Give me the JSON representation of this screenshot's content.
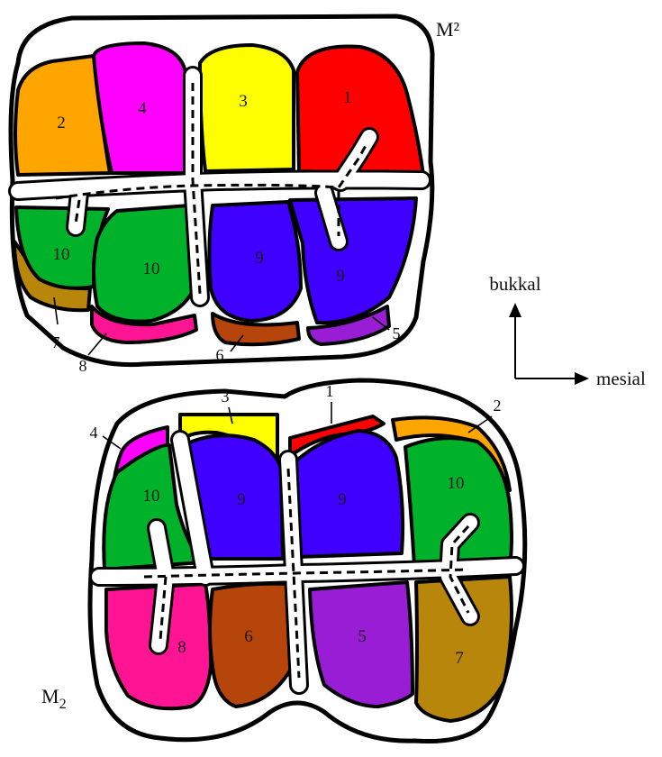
{
  "diagram": {
    "upper_tooth": {
      "label": "M²",
      "cusps": [
        {
          "num": "1",
          "color": "#ff0000"
        },
        {
          "num": "2",
          "color": "#ffa500"
        },
        {
          "num": "3",
          "color": "#ffff00"
        },
        {
          "num": "4",
          "color": "#ff00ff"
        },
        {
          "num": "5",
          "color": "#9a1dd6"
        },
        {
          "num": "6",
          "color": "#b5450a"
        },
        {
          "num": "7",
          "color": "#b8860b"
        },
        {
          "num": "8",
          "color": "#ff1493"
        },
        {
          "num": "9",
          "color": "#4000ff"
        },
        {
          "num": "10",
          "color": "#00b22a"
        }
      ]
    },
    "lower_tooth": {
      "label_main": "M",
      "label_sub": "2",
      "cusps": [
        {
          "num": "1",
          "color": "#ff0000"
        },
        {
          "num": "2",
          "color": "#ffa500"
        },
        {
          "num": "3",
          "color": "#ffff00"
        },
        {
          "num": "4",
          "color": "#ff00ff"
        },
        {
          "num": "5",
          "color": "#9a1dd6"
        },
        {
          "num": "6",
          "color": "#b5450a"
        },
        {
          "num": "7",
          "color": "#b8860b"
        },
        {
          "num": "8",
          "color": "#ff1493"
        },
        {
          "num": "9",
          "color": "#4000ff"
        },
        {
          "num": "10",
          "color": "#00b22a"
        }
      ]
    },
    "orientation": {
      "vertical_label": "bukkal",
      "horizontal_label": "mesial"
    }
  }
}
